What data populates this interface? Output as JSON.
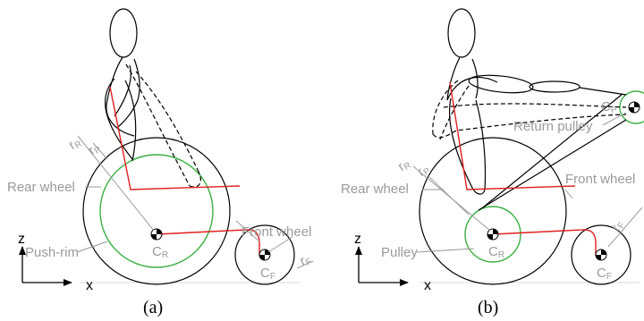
{
  "panel_a": {
    "labels": {
      "rear_wheel": "Rear wheel",
      "front_wheel": "Front wheel",
      "push_rim": "Push-rim",
      "c_rear": "C",
      "c_rear_sub": "R",
      "c_front": "C",
      "c_front_sub": "F",
      "r_rear": "r",
      "r_rear_sub": "R",
      "r_push": "r",
      "r_push_sub": "P",
      "r_front": "r",
      "r_front_sub": "F"
    },
    "axes": {
      "z": "z",
      "x": "x"
    },
    "caption": "(a)"
  },
  "panel_b": {
    "labels": {
      "rear_wheel": "Rear wheel",
      "front_wheel": "Front wheel",
      "pulley": "Pulley",
      "return_pulley": "Return pulley",
      "c_rear": "C",
      "c_rear_sub": "R",
      "c_front": "C",
      "c_front_sub": "F",
      "c_pulley": "C",
      "c_pulley_sub": "P",
      "r_rear": "r",
      "r_rear_sub": "R",
      "r_pulley": "r",
      "r_pulley_sub": "P",
      "r_front": "r",
      "r_front_sub": "F"
    },
    "axes": {
      "z": "z",
      "x": "x"
    },
    "caption": "(b)"
  },
  "colors": {
    "frame": "#e02020",
    "rim": "#3cb043",
    "label": "#9a9a9a",
    "outline": "#000000"
  }
}
